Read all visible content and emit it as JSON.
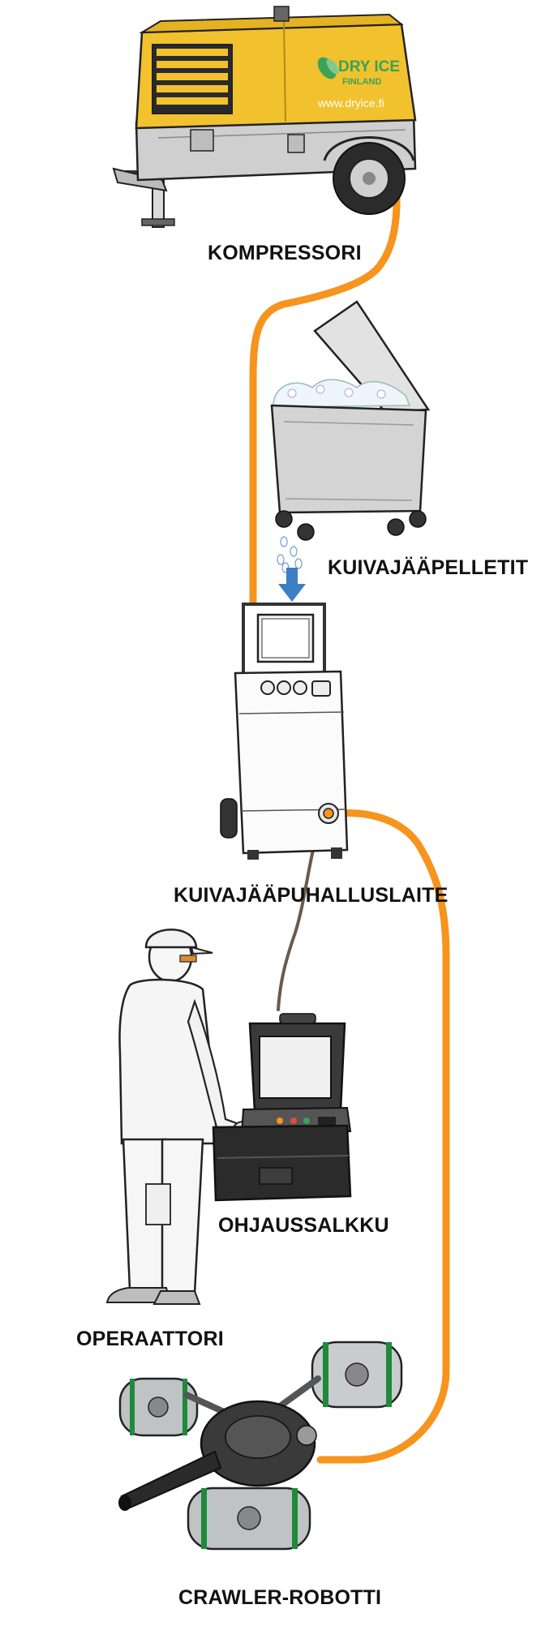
{
  "labels": {
    "compressor": "KOMPRESSORI",
    "pellets": "KUIVAJÄÄPELLETIT",
    "blaster": "KUIVAJÄÄPUHALLUSLAITE",
    "control_case": "OHJAUSSALKKU",
    "operator": "OPERAATTORI",
    "robot": "CRAWLER-ROBOTTI"
  },
  "compressor_branding": {
    "brand_line1": "DRY ICE",
    "brand_line2": "FINLAND",
    "website": "www.dryice.fi"
  },
  "colors": {
    "hose": "#f7941d",
    "compressor_body": "#f2c12e",
    "brand_green": "#3aa357",
    "flow_arrow": "#3b7fc4",
    "robot_green": "#1e8a3a"
  },
  "icons": {
    "compressor": "compressor-icon",
    "pellet_bin": "dry-ice-bin-icon",
    "blaster": "blasting-machine-icon",
    "control_case": "control-case-icon",
    "operator": "operator-figure",
    "robot": "crawler-robot-icon"
  }
}
